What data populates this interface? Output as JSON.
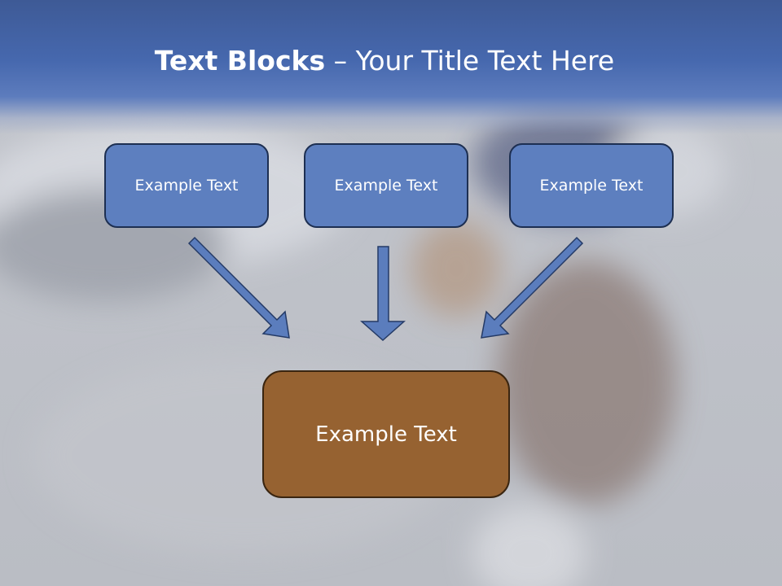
{
  "slide": {
    "title_bold": "Text Blocks",
    "title_separator": " – ",
    "title_rest": "Your Title Text Here"
  },
  "diagram": {
    "top_boxes": [
      {
        "text": "Example Text"
      },
      {
        "text": "Example Text"
      },
      {
        "text": "Example Text"
      }
    ],
    "bottom_box": {
      "text": "Example Text"
    }
  },
  "colors": {
    "header": "#4668ae",
    "top_box_fill": "#5d7fbf",
    "bottom_box_fill": "#966231",
    "arrow_fill": "#5b7dbd",
    "background": "#bfc2c9"
  }
}
